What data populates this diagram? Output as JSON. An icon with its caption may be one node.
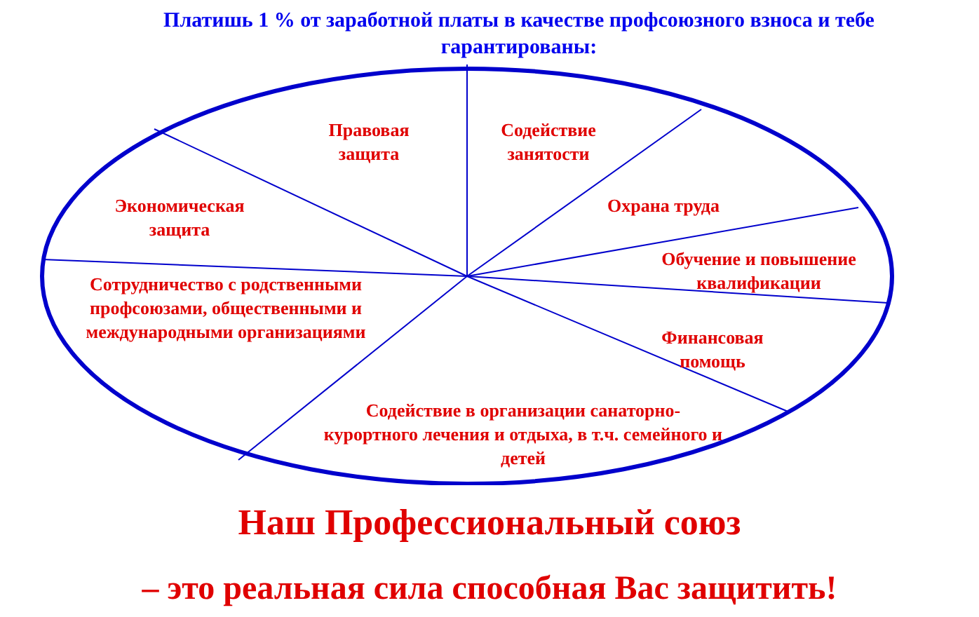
{
  "diagram": {
    "title": "Платишь 1 % от заработной платы в качестве профсоюзного взноса и тебе гарантированы:",
    "nodes": [
      {
        "text": [],
        "shape": "ellipse"
      },
      {
        "text": [
          "Правовая защита"
        ],
        "in": 0
      },
      {
        "text": [
          "Содействие занятости"
        ],
        "in": 0
      },
      {
        "text": [
          "Экономическая защита"
        ],
        "in": 0
      },
      {
        "text": [
          "Охрана труда"
        ],
        "in": 0
      },
      {
        "text": [
          "Обучение и повышение квалификации"
        ],
        "in": 0
      },
      {
        "text": [
          "Сотрудничество с родственными профсоюзами, общественными и международными организациями"
        ],
        "in": 0
      },
      {
        "text": [
          "Финансовая помощь"
        ],
        "in": 0
      },
      {
        "text": [
          "Содействие в организации санаторно-курортного лечения и отдыха, в т.ч. семейного и детей"
        ],
        "in": 0
      }
    ],
    "edges": [],
    "labels": [
      "Наш Профессиональный союз",
      "– это реальная сила способная Вас защитить!"
    ]
  }
}
